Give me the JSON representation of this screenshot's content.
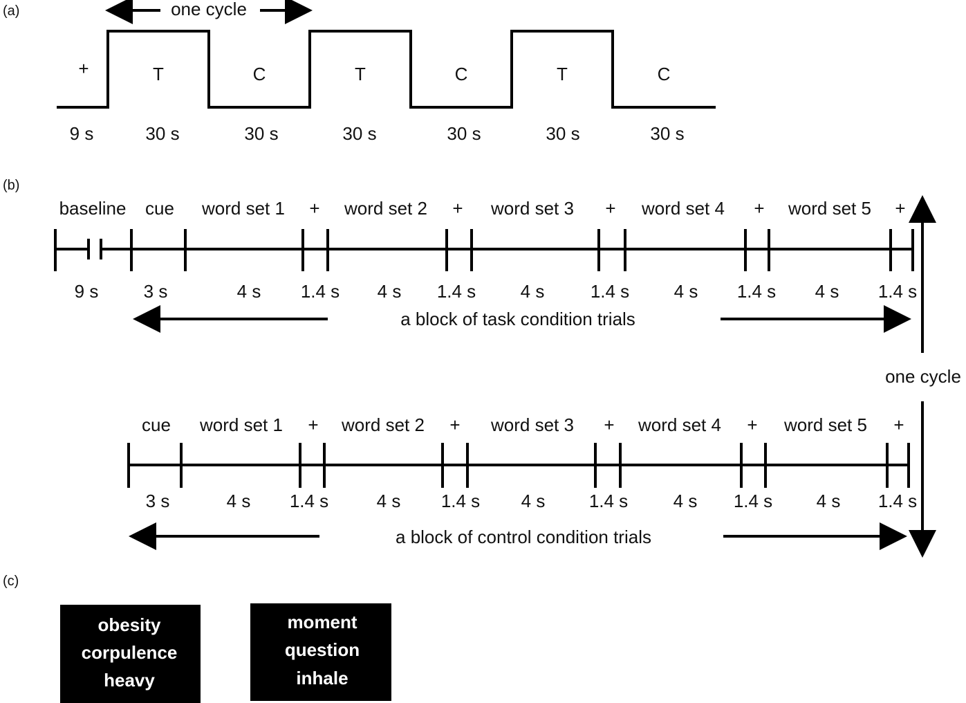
{
  "panel_a": {
    "label": "(a)",
    "cycle_label": "one cycle",
    "segments": [
      {
        "symbol": "+",
        "duration": "9 s"
      },
      {
        "symbol": "T",
        "duration": "30 s"
      },
      {
        "symbol": "C",
        "duration": "30 s"
      },
      {
        "symbol": "T",
        "duration": "30 s"
      },
      {
        "symbol": "C",
        "duration": "30 s"
      },
      {
        "symbol": "T",
        "duration": "30 s"
      },
      {
        "symbol": "C",
        "duration": "30 s"
      }
    ]
  },
  "panel_b": {
    "label": "(b)",
    "task_row": {
      "labels": [
        "baseline",
        "cue",
        "word set 1",
        "+",
        "word set 2",
        "+",
        "word set 3",
        "+",
        "word set 4",
        "+",
        "word set 5",
        "+"
      ],
      "durations": [
        "9 s",
        "3 s",
        "4 s",
        "1.4 s",
        "4 s",
        "1.4 s",
        "4 s",
        "1.4 s",
        "4 s",
        "1.4 s",
        "4 s",
        "1.4 s"
      ],
      "block_label": "a block of task condition trials"
    },
    "control_row": {
      "labels": [
        "cue",
        "word set 1",
        "+",
        "word set 2",
        "+",
        "word set 3",
        "+",
        "word set 4",
        "+",
        "word set 5",
        "+"
      ],
      "durations": [
        "3 s",
        "4 s",
        "1.4 s",
        "4 s",
        "1.4 s",
        "4 s",
        "1.4 s",
        "4 s",
        "1.4 s",
        "4 s",
        "1.4 s"
      ],
      "block_label": "a block of control condition trials"
    },
    "cycle_label": "one cycle"
  },
  "panel_c": {
    "label": "(c)",
    "boxes": [
      {
        "lines": [
          "obesity",
          "corpulence",
          "heavy"
        ]
      },
      {
        "lines": [
          "moment",
          "question",
          "inhale"
        ]
      }
    ]
  }
}
